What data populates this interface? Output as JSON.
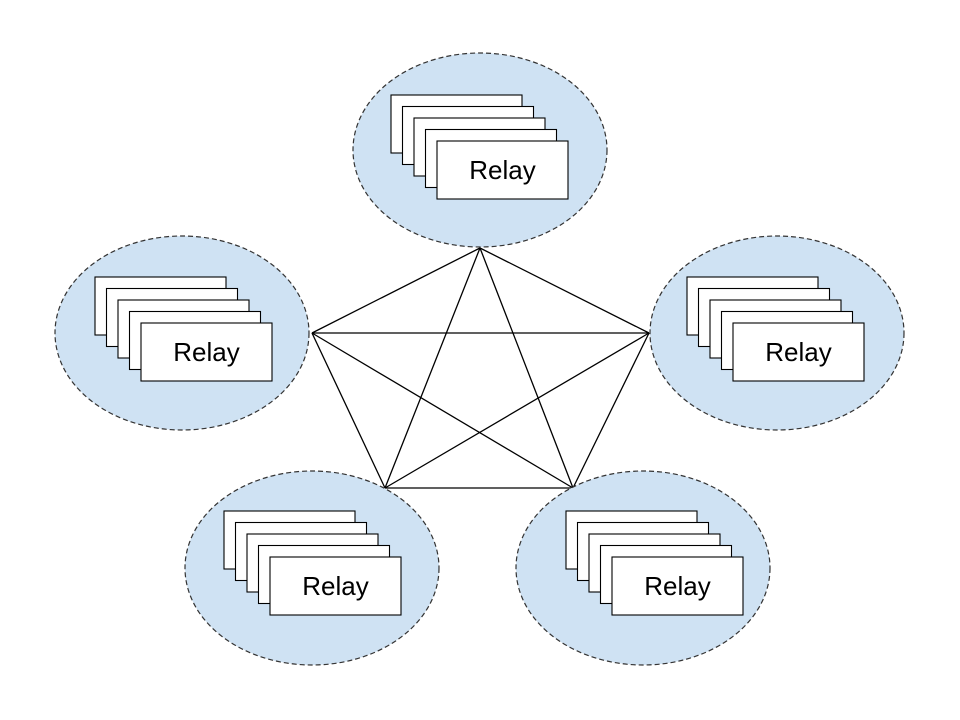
{
  "colors": {
    "cluster_fill": "#cfe2f3",
    "cluster_stroke": "#333333",
    "card_fill": "#ffffff",
    "card_stroke": "#000000",
    "link_stroke": "#000000"
  },
  "clusters": [
    {
      "id": "top",
      "label": "Relay"
    },
    {
      "id": "left",
      "label": "Relay"
    },
    {
      "id": "right",
      "label": "Relay"
    },
    {
      "id": "bottom-left",
      "label": "Relay"
    },
    {
      "id": "bottom-right",
      "label": "Relay"
    }
  ],
  "links": [
    [
      "top",
      "left"
    ],
    [
      "top",
      "right"
    ],
    [
      "top",
      "bottom-left"
    ],
    [
      "top",
      "bottom-right"
    ],
    [
      "left",
      "right"
    ],
    [
      "left",
      "bottom-left"
    ],
    [
      "left",
      "bottom-right"
    ],
    [
      "right",
      "bottom-left"
    ],
    [
      "right",
      "bottom-right"
    ],
    [
      "bottom-left",
      "bottom-right"
    ]
  ]
}
